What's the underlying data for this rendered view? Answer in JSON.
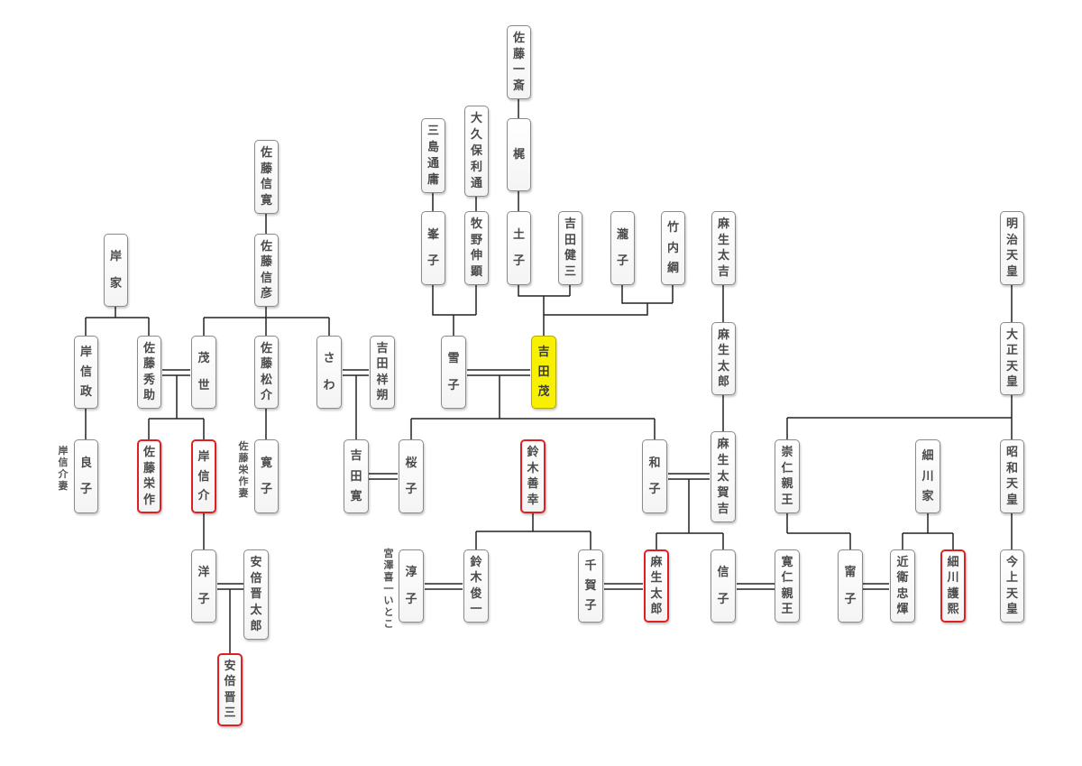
{
  "persons": {
    "sato_issai": "佐藤一斎",
    "kaji": "梶",
    "mishima_michitsune": "三島通庸",
    "okubo_toshimichi": "大久保利通",
    "sato_nobuhiro": "佐藤信寛",
    "kishi_ie": "岸家",
    "sato_nobuhiko": "佐藤信彦",
    "mineko": "峯子",
    "makino_nobuaki": "牧野伸顕",
    "tsuchiko": "土子",
    "yoshida_kenzo": "吉田健三",
    "takiko": "瀧子",
    "takeuchi_tsuna": "竹内綱",
    "aso_takichi": "麻生太吉",
    "meiji_tenno": "明治天皇",
    "kishi_nobumasa": "岸信政",
    "sato_hidesuke": "佐藤秀助",
    "moyo": "茂世",
    "sato_matsusuke": "佐藤松介",
    "sawa": "さわ",
    "yoshida_shosaku": "吉田祥朔",
    "yukiko": "雪子",
    "yoshida_shigeru": "吉田茂",
    "aso_taro_sr": "麻生太郎",
    "taisho_tenno": "大正天皇",
    "yoshiko": "良子",
    "sato_eisaku": "佐藤栄作",
    "kishi_nobusuke": "岸信介",
    "hiroko": "寛子",
    "yoshida_hiroshi": "吉田寛",
    "sakurako": "桜子",
    "suzuki_zenko": "鈴木善幸",
    "kazuko": "和子",
    "aso_takakichi": "麻生太賀吉",
    "takahito": "崇仁親王",
    "hosokawa_ke": "細川家",
    "showa_tenno": "昭和天皇",
    "yoko": "洋子",
    "abe_shintaro": "安倍晋太郎",
    "junko": "淳子",
    "suzuki_shunichi": "鈴木俊一",
    "chikako": "千賀子",
    "aso_taro": "麻生太郎",
    "nobuko": "信子",
    "tomohito": "寛仁親王",
    "yasuko": "甯子",
    "konoe_tadateru": "近衛忠煇",
    "hosokawa_morihiro": "細川護熙",
    "kinjo_tenno": "今上天皇",
    "abe_shinzo": "安倍晋三"
  },
  "notes": {
    "kishi_wife": "岸信介妻",
    "sato_wife": "佐藤栄作妻",
    "miyazawa_cousin": "宮澤喜一いとこ"
  },
  "legend": {
    "prime_minister_border_color": "#e02020",
    "focus_fill_color": "#f7f000"
  }
}
